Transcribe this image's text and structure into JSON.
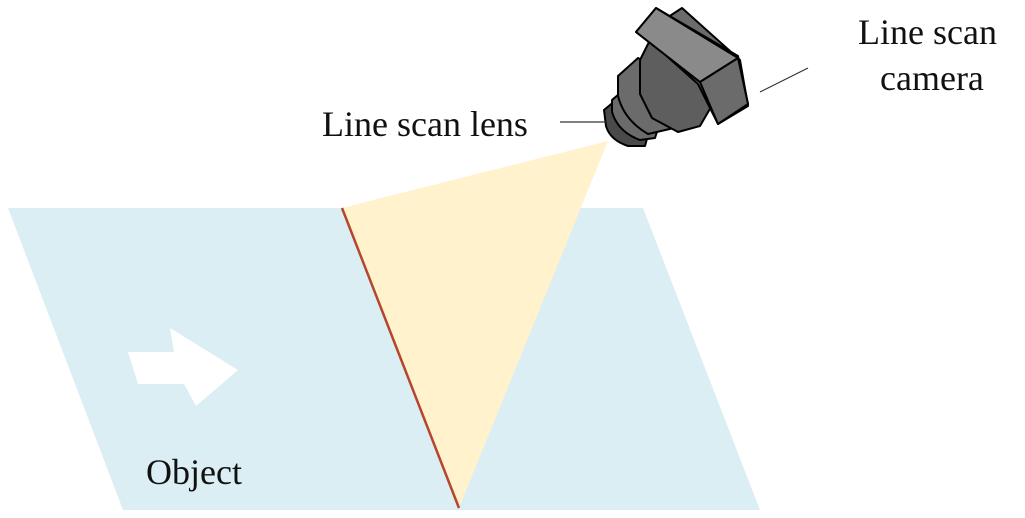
{
  "labels": {
    "camera_line1": "Line scan",
    "camera_line2": "camera",
    "lens": "Line scan lens",
    "object": "Object"
  },
  "colors": {
    "object_plane": "#dbeef3",
    "light_beam": "#fff2cc",
    "scan_line": "#b5462e",
    "camera_body": "#6b6b6b",
    "camera_top": "#7f7f7f",
    "camera_dark": "#4a4a4a",
    "arrow": "#ffffff",
    "leader_line": "#333333"
  },
  "icons": {
    "camera": "line-scan-camera-icon",
    "direction": "motion-arrow-icon"
  }
}
